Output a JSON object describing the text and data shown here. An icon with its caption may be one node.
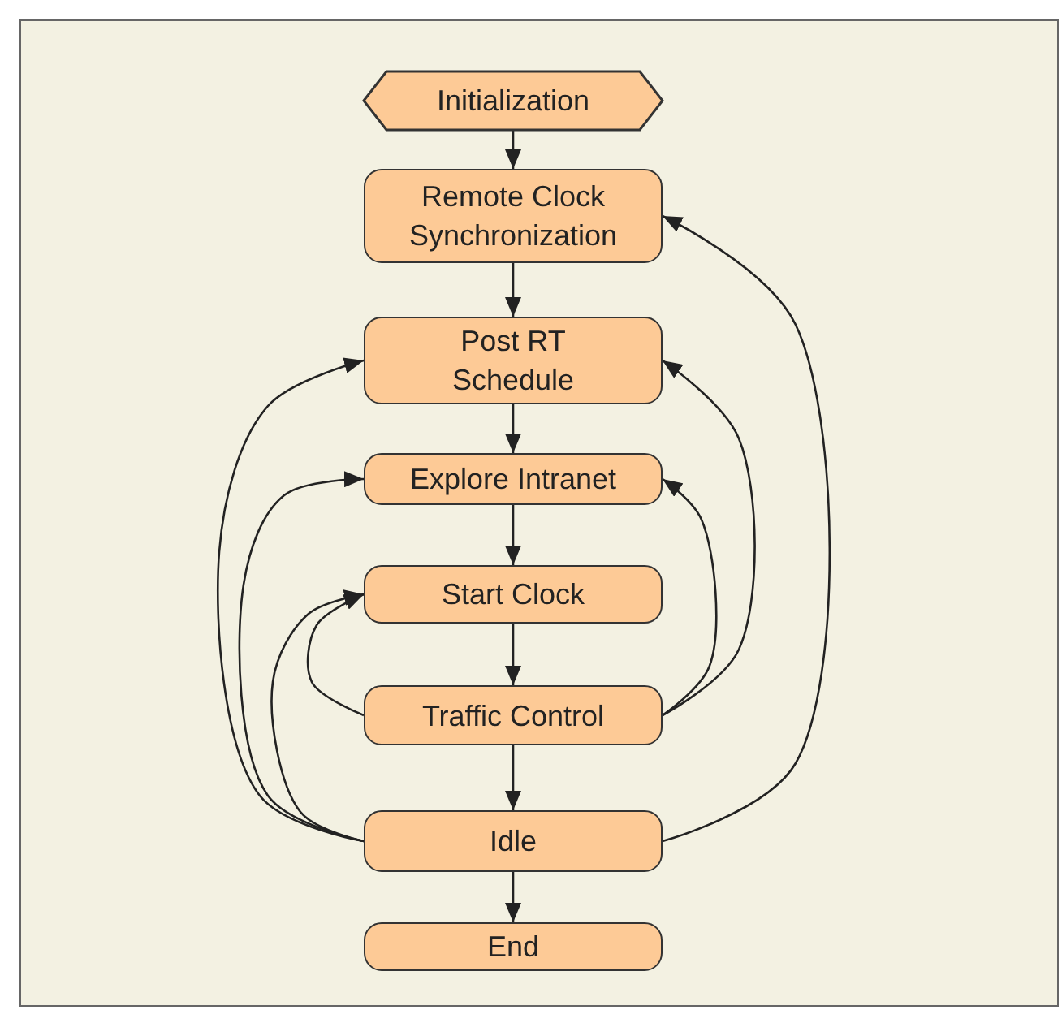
{
  "diagram": {
    "nodes": [
      {
        "text": [
          "Initialization"
        ]
      },
      {
        "text": [
          "Remote Clock Synchronization"
        ]
      },
      {
        "text": [
          "Post RT Schedule"
        ]
      },
      {
        "text": [
          "Explore Intranet"
        ]
      },
      {
        "text": [
          "Start Clock"
        ]
      },
      {
        "text": [
          "Traffic Control"
        ]
      },
      {
        "text": [
          "Idle"
        ]
      },
      {
        "text": [
          "End"
        ]
      }
    ],
    "edges": [
      {
        "from": 0,
        "to": 1,
        "arrow": "to"
      },
      {
        "from": 1,
        "to": 2,
        "arrow": "to"
      },
      {
        "from": 2,
        "to": 3,
        "arrow": "to"
      },
      {
        "from": 3,
        "to": 4,
        "arrow": "to"
      },
      {
        "from": 4,
        "to": 5,
        "arrow": "to"
      },
      {
        "from": 5,
        "to": 6,
        "arrow": "to"
      },
      {
        "from": 6,
        "to": 7,
        "arrow": "to"
      },
      {
        "from": 6,
        "to": 2,
        "arrow": "to"
      },
      {
        "from": 6,
        "to": 3,
        "arrow": "to"
      },
      {
        "from": 6,
        "to": 4,
        "arrow": "to"
      },
      {
        "from": 5,
        "to": 4,
        "arrow": "to"
      },
      {
        "from": 5,
        "to": 2,
        "arrow": "to"
      },
      {
        "from": 5,
        "to": 3,
        "arrow": "to"
      },
      {
        "from": 6,
        "to": 1,
        "arrow": "to"
      }
    ]
  }
}
